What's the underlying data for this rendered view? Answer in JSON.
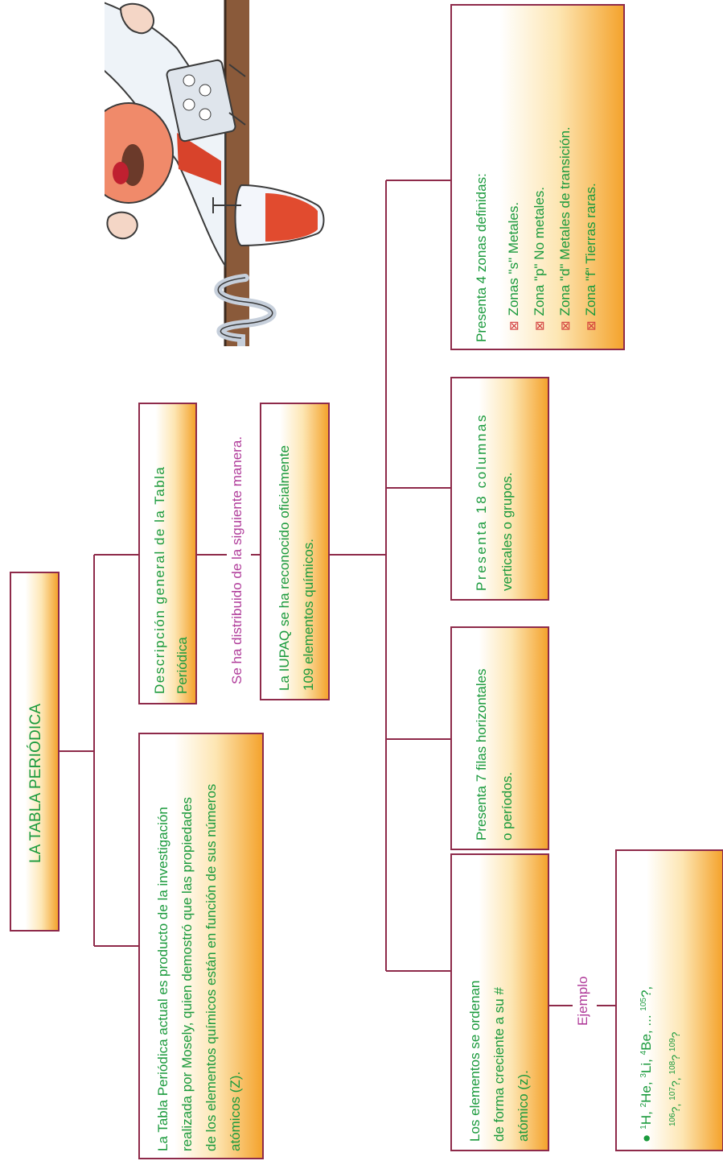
{
  "title": "LA TABLA PERIÓDICA",
  "nodes": {
    "history": [
      "La Tabla Periódica actual es producto de la investigación",
      "realizada por Mosely, quien demostró que las propiedades",
      "de los elementos químicos están en función de sus números",
      "atómicos (Z)."
    ],
    "description": [
      "Descripción general de la Tabla",
      "Periódica"
    ],
    "link_distribution": "Se ha distribuido de la siguiente manera.",
    "iupac": [
      "La IUPAQ se ha reconocido oficialmente",
      "109 elementos químicos."
    ],
    "order": [
      "Los elementos se ordenan",
      "de forma creciente a su #",
      "atómico (z)."
    ],
    "rows": [
      "Presenta 7 filas horizontales",
      "o períodos."
    ],
    "columns": [
      "Presenta 18 columnas",
      "verticales o grupos."
    ],
    "zones_header": "Presenta 4 zonas definidas:",
    "zones": [
      "Zonas \"s\" Metales.",
      "Zona \"p\" No metales.",
      "Zona \"d\" Metales de transición.",
      "Zona \"f\" Tierras raras."
    ],
    "zone_marker": "⊠",
    "link_example": "Ejemplo",
    "example_line1_parts": [
      [
        "1",
        "H, "
      ],
      [
        "2",
        "He, "
      ],
      [
        "3",
        "Li, "
      ],
      [
        "4",
        "Be, ... "
      ],
      [
        "105",
        "?,"
      ]
    ],
    "example_line2_parts": [
      [
        "106",
        "?, "
      ],
      [
        "107",
        "?, "
      ],
      [
        "108",
        "? "
      ],
      [
        "109",
        "?"
      ]
    ]
  },
  "colors": {
    "line": "#8e2a4a",
    "text": "#1a9a3c",
    "link": "#b03c9a",
    "orange": "#f4a32d"
  }
}
